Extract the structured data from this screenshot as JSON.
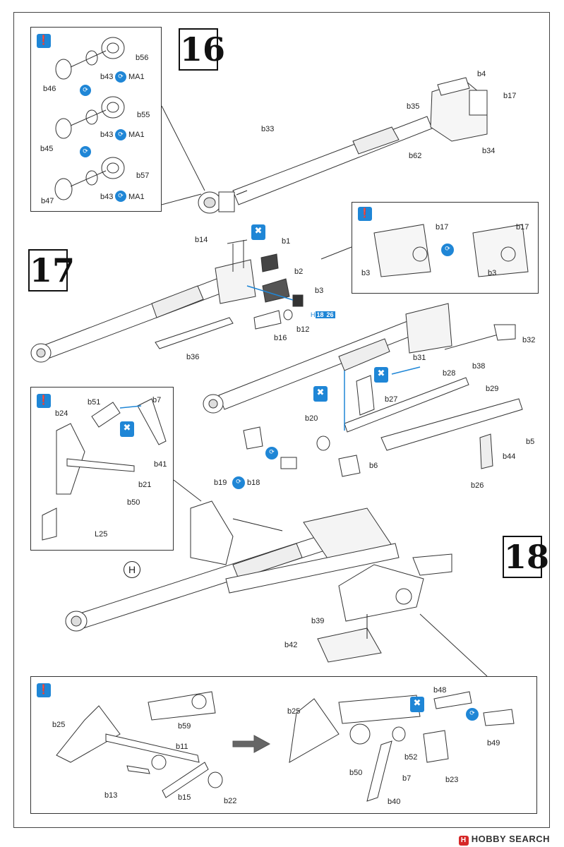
{
  "steps": {
    "s16": "16",
    "s17": "17",
    "s18": "18"
  },
  "parts": {
    "b56": "b56",
    "b46": "b46",
    "b43a": "b43",
    "ma1a": "MA1",
    "b55": "b55",
    "b45": "b45",
    "b43b": "b43",
    "ma1b": "MA1",
    "b57": "b57",
    "b47": "b47",
    "b43c": "b43",
    "ma1c": "MA1",
    "b4": "b4",
    "b17": "b17",
    "b35": "b35",
    "b33": "b33",
    "b62": "b62",
    "b34": "b34",
    "b14": "b14",
    "b1": "b1",
    "b2": "b2",
    "b3": "b3",
    "b12": "b12",
    "b16": "b16",
    "b36": "b36",
    "b17_d1": "b17",
    "b17_d2": "b17",
    "b3_d1": "b3",
    "b3_d2": "b3",
    "b32": "b32",
    "b38": "b38",
    "b31": "b31",
    "b28": "b28",
    "b27": "b27",
    "b29": "b29",
    "b20": "b20",
    "b5": "b5",
    "b44": "b44",
    "b6": "b6",
    "b26": "b26",
    "b19": "b19",
    "b18": "b18",
    "b51": "b51",
    "b7": "b7",
    "b24": "b24",
    "b41": "b41",
    "b21": "b21",
    "b50": "b50",
    "L25": "L25",
    "b39": "b39",
    "b42": "b42",
    "b25": "b25",
    "b59": "b59",
    "b11": "b11",
    "b13": "b13",
    "b15": "b15",
    "b22": "b22",
    "b25r": "b25",
    "b48": "b48",
    "b49": "b49",
    "b52": "b52",
    "b50r": "b50",
    "b7r": "b7",
    "b23": "b23",
    "b40": "b40"
  },
  "marks": {
    "h_mark": "H",
    "ref_h": "H",
    "ref_18": "18",
    "ref_26": "26"
  },
  "watermark": {
    "logo": "H",
    "text": "HOBBY SEARCH"
  },
  "colors": {
    "accent": "#1f86d6",
    "ink": "#222222"
  }
}
